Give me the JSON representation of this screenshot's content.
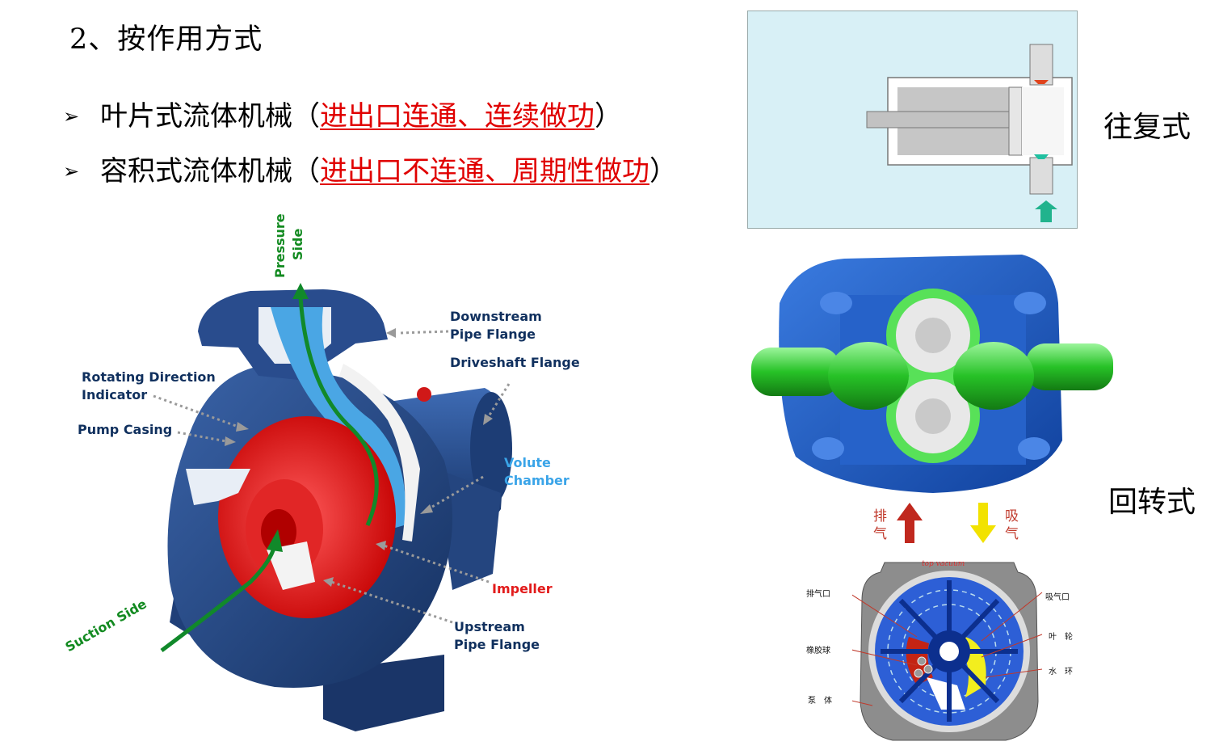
{
  "title": "2、按作用方式",
  "bullets": [
    {
      "marker": "➢",
      "label": "叶片式流体机械（",
      "highlight": "进出口连通、连续做功",
      "close": "）"
    },
    {
      "marker": "➢",
      "label": "容积式流体机械（",
      "highlight": "进出口不连通、周期性做功",
      "close": "）"
    }
  ],
  "pump_labels": {
    "pressure_side": "Pressure",
    "pressure_side_2": "Side",
    "downstream": [
      "Downstream",
      "Pipe Flange"
    ],
    "driveshaft": "Driveshaft Flange",
    "rotating": [
      "Rotating Direction",
      "Indicator"
    ],
    "casing": "Pump Casing",
    "volute": [
      "Volute",
      "Chamber"
    ],
    "impeller": "Impeller",
    "upstream": [
      "Upstream",
      "Pipe Flange"
    ],
    "suction": "Suction Side"
  },
  "right": {
    "reciprocating_label": "往复式",
    "rotary_label": "回转式",
    "exhaust": [
      "排",
      "气"
    ],
    "intake": [
      "吸",
      "气"
    ],
    "vacuum": {
      "brand": "top vacuum",
      "left": [
        "排气口",
        "橡胶球",
        "泵　体"
      ],
      "right": [
        "吸气口",
        "叶　轮",
        "水　环"
      ]
    }
  },
  "colors": {
    "accent_red": "#e00000",
    "navy": "#10305e",
    "sky": "#3aa4e8",
    "green": "#128a20"
  }
}
